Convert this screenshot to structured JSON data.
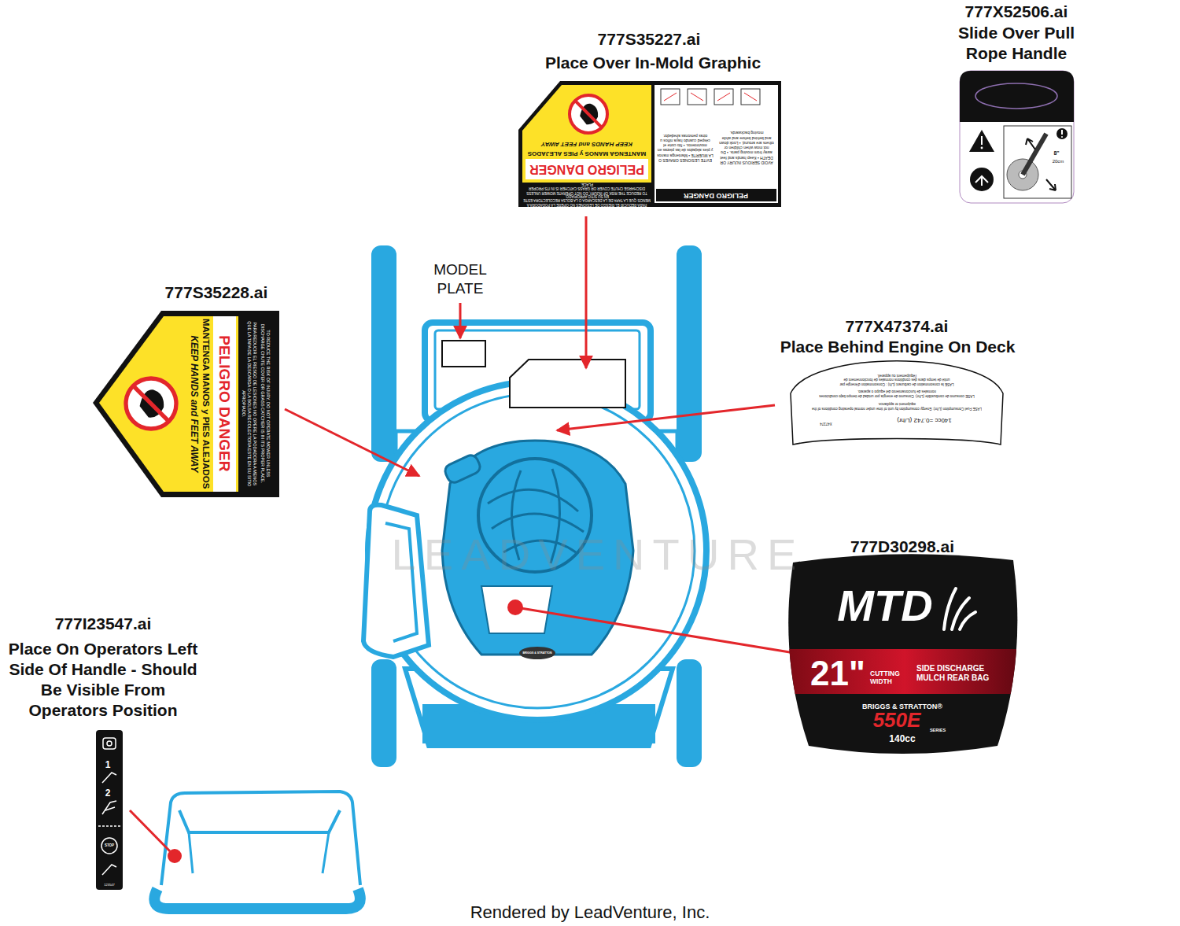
{
  "diagram": {
    "nodes": [
      {
        "text": [
          "777S35227.ai",
          "Place Over In-Mold Graphic",
          "PELIGRO DANGER",
          "MANTENGA MANOS y PIES ALEJADOS",
          "KEEP HANDS and FEET AWAY",
          "PARA REDUCIR EL RIESGO DE LESIONES NO OPERE LA PODADORA A MENOS QUE LA TAPA DE LA DESCARGA O LA BOLSA RECOLECTORA ESTE EN SU SITIO APROPIADO.",
          "TO REDUCE THE RISK OF INJURY, DO NOT OPERATE MOWER UNLESS DISCHARGE CHUTE COVER OR GRASS CATCHER IS IN ITS PROPER PLACE.",
          "PELIGRO DANGER",
          "AVOID SERIOUS INJURY OR DEATH • Keep hands and feet away from moving parts. • Do not mow when children or others are around. • Look down and behind before and while moving backwards.",
          "EVITE LESIONES GRAVES O LA MUERTE • Mantenga manos y pies alejados de las piezas en movimiento. • No corte el césped cuando haya niños u otras personas alrededor."
        ]
      },
      {
        "text": [
          "777X52506.ai",
          "Slide Over Pull Rope Handle",
          "8\"",
          "20cm"
        ]
      },
      {
        "text": [
          "777S35228.ai",
          "PELIGRO DANGER",
          "MANTENGA MANOS y PIES ALEJADOS",
          "KEEP HANDS and FEET AWAY",
          "PARA REDUCIR EL RIESGO DE LESIONES NO OPERE LA PODADORA A MENOS QUE LA TAPA DE LA DESCARGA O LA BOLSA RECOLECTORA ESTE EN SU SITIO APROPIADO.",
          "TO REDUCE THE RISK OF INJURY, DO NOT OPERATE MOWER UNLESS DISCHARGE CHUTE COVER OR GRASS CATCHER IS IN ITS PROPER PLACE."
        ]
      },
      {
        "text": [
          "777X47374.ai",
          "Place Behind Engine On Deck",
          "LASE la consommation de carburant (L/h) : Consommation d'énergie par unité de temps dans des conditions normales de fonctionnement de l'équipement ou appareil.",
          "LASE consumo de combustible (L/hr): Consumo de energía por unidad de tiempo bajo condiciones normales de funcionamiento del equipo o aparato.",
          "LASE Fuel Consumption (L/hr): Energy consumption by unit of time under normal operating conditions of the equipment or appliance.",
          "140cc =0.742 (L/hr)",
          "X47374"
        ]
      },
      {
        "text": [
          "777D30298.ai",
          "MTD",
          "21\"",
          "CUTTING WIDTH",
          "SIDE DISCHARGE MULCH REAR BAG",
          "BRIGGS & STRATTON®",
          "550E",
          "SERIES",
          "140cc"
        ]
      },
      {
        "text": [
          "777I23547.ai",
          "Place On Operators Left Side Of Handle - Should Be Visible From Operators Position",
          "1",
          "2",
          "STOP",
          "123547"
        ]
      }
    ],
    "labels": [
      "MODEL PLATE",
      "BRIGGS & STRATTON",
      "LEADVENTURE",
      "Rendered by LeadVenture, Inc."
    ]
  }
}
